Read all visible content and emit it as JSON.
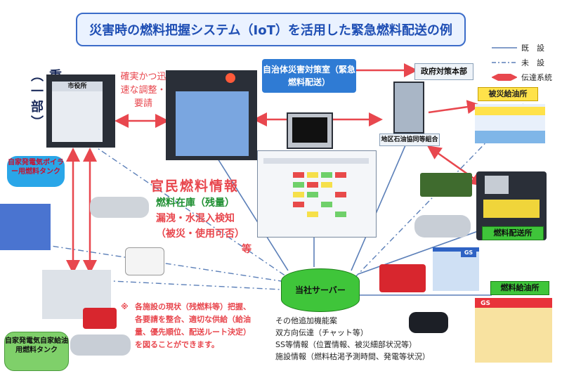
{
  "title": "災害時の燃料把握システム（IoT）を活用した緊急燃料配送の例",
  "legend": {
    "existing": "既　設",
    "unbuilt": "未　設",
    "transmission": "伝達系統"
  },
  "important_facilities": "重要施設（一部）",
  "request_note": "確実かつ迅速な調整・要請",
  "city_hall": "市役所",
  "hq_label": "自治体災害対策室（緊急燃料配送）",
  "government_hq": "政府対策本部",
  "disaster_station": "被災給油所",
  "regional_association": "地区石油協同等組合",
  "fuel_delivery": "燃料配送所",
  "fuel_station": "燃料給油所",
  "gs": "GS",
  "server": "当社サーバー",
  "info_title": "官民燃料情報",
  "info_lines": [
    "燃料在庫（残量）",
    "漏洩・水混入検知",
    "（被災・使用可否）",
    "等"
  ],
  "tank1": "自家発電気ボイラー用燃料タンク",
  "tank2": "自家発電気自家給油用燃料タンク",
  "note_mark": "※",
  "note_lines": [
    "各施設の現状（残燃料等）把握、",
    "各要請を整合、適切な供給（給油",
    "量、優先順位、配送ルート決定）",
    "を図ることができます。"
  ],
  "additional_title": "その他追加機能案",
  "additional_lines": [
    "双方向伝達（チャット等）",
    "SS等情報（位置情報、被災細部状況等）",
    "施設情報（燃料枯渇予測時間、発電等状況）"
  ],
  "colors": {
    "title_border": "#3b6cc9",
    "accent_red": "#e8474e",
    "pill_blue": "#2f7bd4",
    "server_green": "#3fc53a"
  }
}
